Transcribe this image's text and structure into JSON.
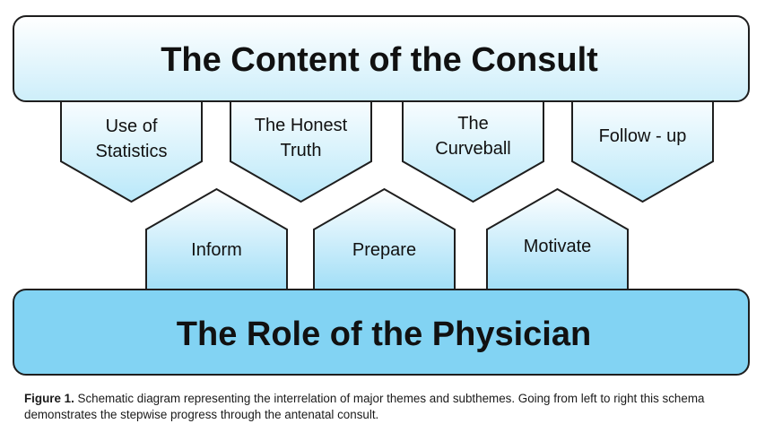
{
  "top_banner": {
    "title": "The Content of the Consult"
  },
  "bottom_banner": {
    "title": "The Role of the Physician"
  },
  "subthemes_down": [
    {
      "line1": "Use of",
      "line2": "Statistics"
    },
    {
      "line1": "The Honest",
      "line2": "Truth"
    },
    {
      "line1": "The",
      "line2": "Curveball"
    },
    {
      "line1": "Follow - up",
      "line2": ""
    }
  ],
  "subthemes_up": [
    {
      "label": "Inform"
    },
    {
      "label": "Prepare"
    },
    {
      "label": "Motivate"
    }
  ],
  "caption": {
    "label": "Figure 1.",
    "text": " Schematic diagram representing the interrelation of major themes and subthemes. Going from left to right this schema demonstrates the stepwise progress through the antenatal consult."
  },
  "colors": {
    "top_gradient_start": "#ffffff",
    "top_gradient_end": "#cdeefa",
    "arrow_gradient_start": "#ffffff",
    "arrow_gradient_end": "#b9e8f9",
    "bottom_fill": "#82d3f3",
    "stroke": "#1e1e1e",
    "text": "#111111"
  }
}
